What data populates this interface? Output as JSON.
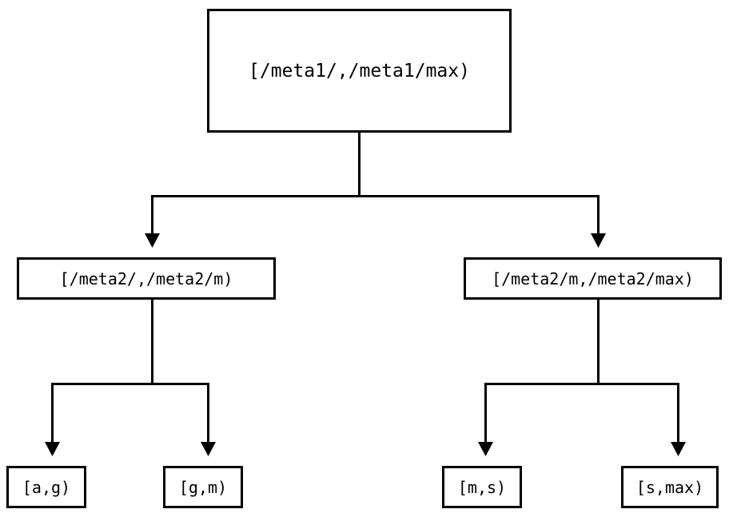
{
  "diagram": {
    "type": "tree",
    "title": "",
    "background_color": "#ffffff",
    "line_color": "#000000",
    "text_color": "#000000",
    "nodes": {
      "root": {
        "label": "[/meta1/,/meta1/max)"
      },
      "meta2_lower": {
        "label": "[/meta2/,/meta2/m)"
      },
      "meta2_upper": {
        "label": "[/meta2/m,/meta2/max)"
      },
      "leaf_ag": {
        "label": "[a,g)"
      },
      "leaf_gm": {
        "label": "[g,m)"
      },
      "leaf_ms": {
        "label": "[m,s)"
      },
      "leaf_smax": {
        "label": "[s,max)"
      }
    },
    "edges": [
      {
        "from": "root",
        "to": "meta2_lower"
      },
      {
        "from": "root",
        "to": "meta2_upper"
      },
      {
        "from": "meta2_lower",
        "to": "leaf_ag"
      },
      {
        "from": "meta2_lower",
        "to": "leaf_gm"
      },
      {
        "from": "meta2_upper",
        "to": "leaf_ms"
      },
      {
        "from": "meta2_upper",
        "to": "leaf_smax"
      }
    ]
  }
}
